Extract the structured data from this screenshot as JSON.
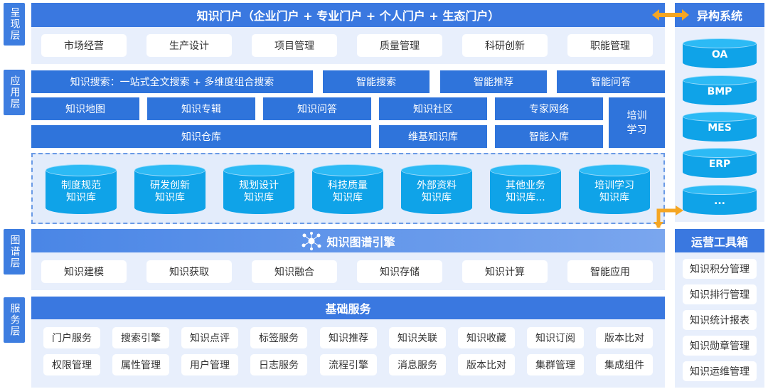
{
  "layers": {
    "presentation": "呈现层",
    "application": "应用层",
    "graph": "图谱层",
    "service": "服务层"
  },
  "presentation": {
    "banner": "知识门户（企业门户 + 专业门户 + 个人门户 + 生态门户）",
    "items": [
      "市场经营",
      "生产设计",
      "项目管理",
      "质量管理",
      "科研创新",
      "职能管理"
    ]
  },
  "application": {
    "row1": [
      "知识搜索：一站式全文搜索 + 多维度组合搜索",
      "智能搜索",
      "智能推荐",
      "智能问答"
    ],
    "row2": [
      "知识地图",
      "知识专辑",
      "知识问答",
      "知识社区",
      "专家网络"
    ],
    "training": "培训\n学习",
    "row3": [
      "知识仓库",
      "维基知识库",
      "智能入库"
    ],
    "repos": [
      [
        "制度规范",
        "知识库"
      ],
      [
        "研发创新",
        "知识库"
      ],
      [
        "规划设计",
        "知识库"
      ],
      [
        "科技质量",
        "知识库"
      ],
      [
        "外部资料",
        "知识库"
      ],
      [
        "其他业务",
        "知识库..."
      ],
      [
        "培训学习",
        "知识库"
      ]
    ]
  },
  "graph": {
    "banner": "知识图谱引擎",
    "items": [
      "知识建模",
      "知识获取",
      "知识融合",
      "知识存储",
      "知识计算",
      "智能应用"
    ]
  },
  "service": {
    "banner": "基础服务",
    "row1": [
      "门户服务",
      "搜索引擎",
      "知识点评",
      "标签服务",
      "知识推荐",
      "知识关联",
      "知识收藏",
      "知识订阅",
      "版本比对"
    ],
    "row2": [
      "权限管理",
      "属性管理",
      "用户管理",
      "日志服务",
      "流程引擎",
      "消息服务",
      "版本比对",
      "集群管理",
      "集成组件"
    ]
  },
  "external": {
    "title": "异构系统",
    "systems": [
      "OA",
      "BMP",
      "MES",
      "ERP",
      "..."
    ]
  },
  "ops": {
    "title": "运营工具箱",
    "items": [
      "知识积分管理",
      "知识排行管理",
      "知识统计报表",
      "知识勋章管理",
      "知识运维管理"
    ]
  },
  "colors": {
    "primary": "#3a78e0",
    "panel": "#e8effc",
    "cylinder": "#0fa3e8",
    "arrow": "#f5a623"
  }
}
